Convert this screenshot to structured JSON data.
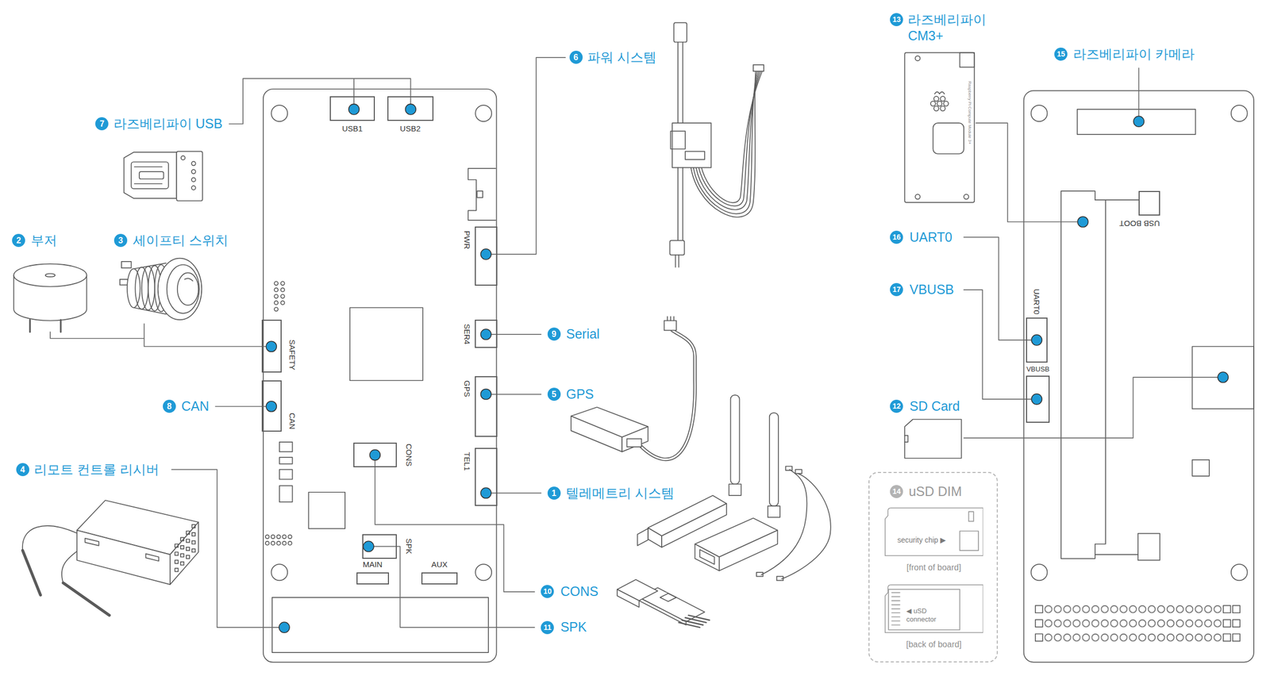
{
  "diagram": {
    "nodes": [
      {
        "text": [
          "USB1"
        ]
      },
      {
        "text": [
          "USB2"
        ]
      },
      {
        "text": [
          "PWR"
        ]
      },
      {
        "text": [
          "SER4"
        ]
      },
      {
        "text": [
          "GPS"
        ]
      },
      {
        "text": [
          "TEL1"
        ]
      },
      {
        "text": [
          "SAFETY"
        ]
      },
      {
        "text": [
          "CAN"
        ]
      },
      {
        "text": [
          "CONS"
        ]
      },
      {
        "text": [
          "SPK"
        ]
      },
      {
        "text": [
          "MAIN"
        ]
      },
      {
        "text": [
          "AUX"
        ]
      },
      {
        "text": [
          "USB BOOT"
        ]
      },
      {
        "text": [
          "UART0"
        ]
      },
      {
        "text": [
          "VBUSB"
        ]
      },
      {
        "text": [
          "14",
          "uSD DIM"
        ]
      },
      {
        "text": [
          "security chip ▶",
          "[front of board]"
        ],
        "in": 15
      },
      {
        "text": [
          "◀ uSD connector",
          "[back of board]"
        ],
        "in": 15
      }
    ],
    "labels": [
      "7",
      "라즈베리파이 USB",
      "6",
      "파워 시스템",
      "2",
      "부저",
      "3",
      "세이프티 스위치",
      "8",
      "CAN",
      "4",
      "리모트 컨트롤 리시버",
      "9",
      "Serial",
      "5",
      "GPS",
      "1",
      "텔레메트리 시스템",
      "10",
      "CONS",
      "11",
      "SPK",
      "13",
      "라즈베리파이 CM3+",
      "15",
      "라즈베리파이 카메라",
      "16",
      "UART0",
      "17",
      "VBUSB",
      "12",
      "SD Card",
      "Raspberry Pi Compute Module 3+"
    ]
  }
}
